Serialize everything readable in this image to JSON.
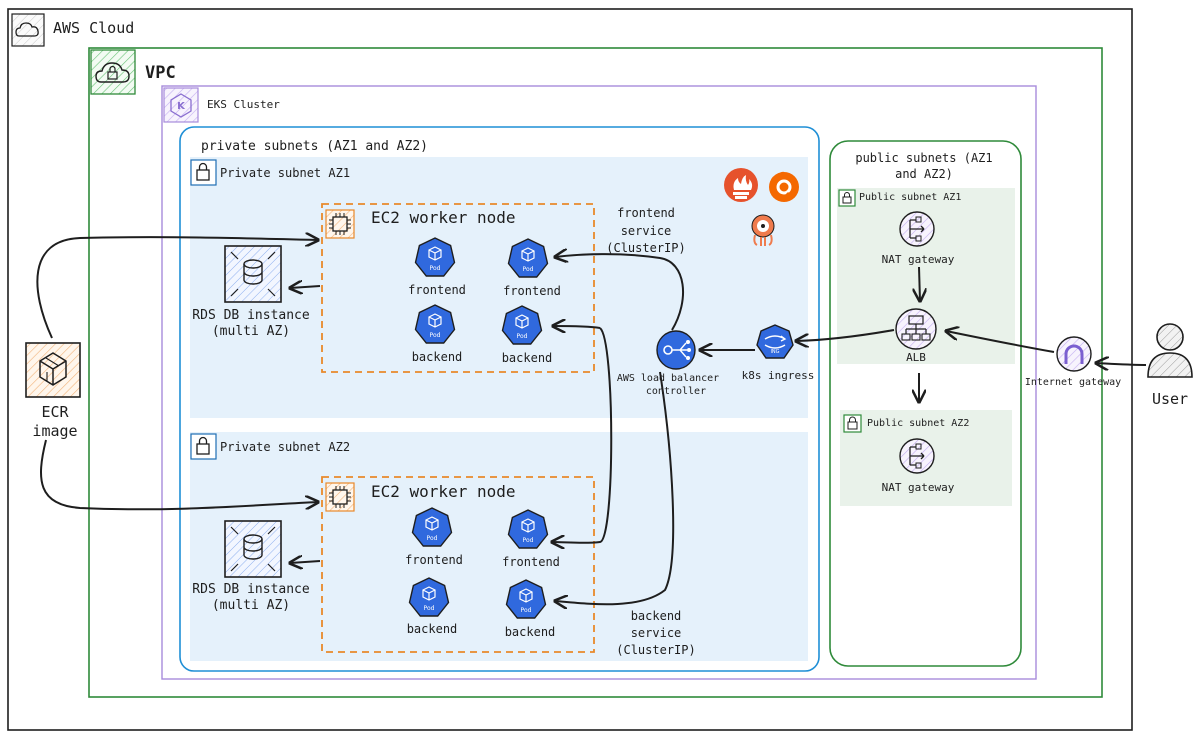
{
  "labels": {
    "aws_cloud": "AWS Cloud",
    "vpc": "VPC",
    "eks_cluster": "EKS Cluster",
    "private_subnets": "private subnets (AZ1 and AZ2)",
    "private_subnet_az1": "Private subnet AZ1",
    "private_subnet_az2": "Private subnet AZ2",
    "public_subnets_line1": "public subnets (AZ1",
    "public_subnets_line2": "and AZ2)",
    "public_subnet_az1": "Public subnet AZ1",
    "public_subnet_az2": "Public subnet AZ2",
    "ec2_worker_node": "EC2 worker node",
    "rds_line1": "RDS DB instance",
    "rds_line2": "(multi AZ)",
    "frontend": "frontend",
    "backend": "backend",
    "pod": "Pod",
    "frontend_service_line1": "frontend",
    "frontend_service_line2": "service",
    "frontend_service_line3": "(ClusterIP)",
    "backend_service_line1": "backend",
    "backend_service_line2": "service",
    "backend_service_line3": "(ClusterIP)",
    "aws_lb_controller_line1": "AWS load balancer",
    "aws_lb_controller_line2": "controller",
    "k8s_ingress": "k8s ingress",
    "k8s_icon_text": "ING",
    "nat_gateway": "NAT gateway",
    "alb": "ALB",
    "internet_gateway": "Internet gateway",
    "user": "User",
    "ecr_line1": "ECR",
    "ecr_line2": "image"
  },
  "colors": {
    "aws_border": "#1e1e1e",
    "vpc_green": "#2f8a3a",
    "eks_purple": "#a78bdb",
    "private_blue": "#1f8fd6",
    "private_fill": "#e5f1fb",
    "public_green": "#2f8a3a",
    "public_fill": "#e9f2ea",
    "ec2_orange": "#e8892a",
    "pod_blue": "#3069de",
    "ecr_orange": "#c86b2a"
  }
}
